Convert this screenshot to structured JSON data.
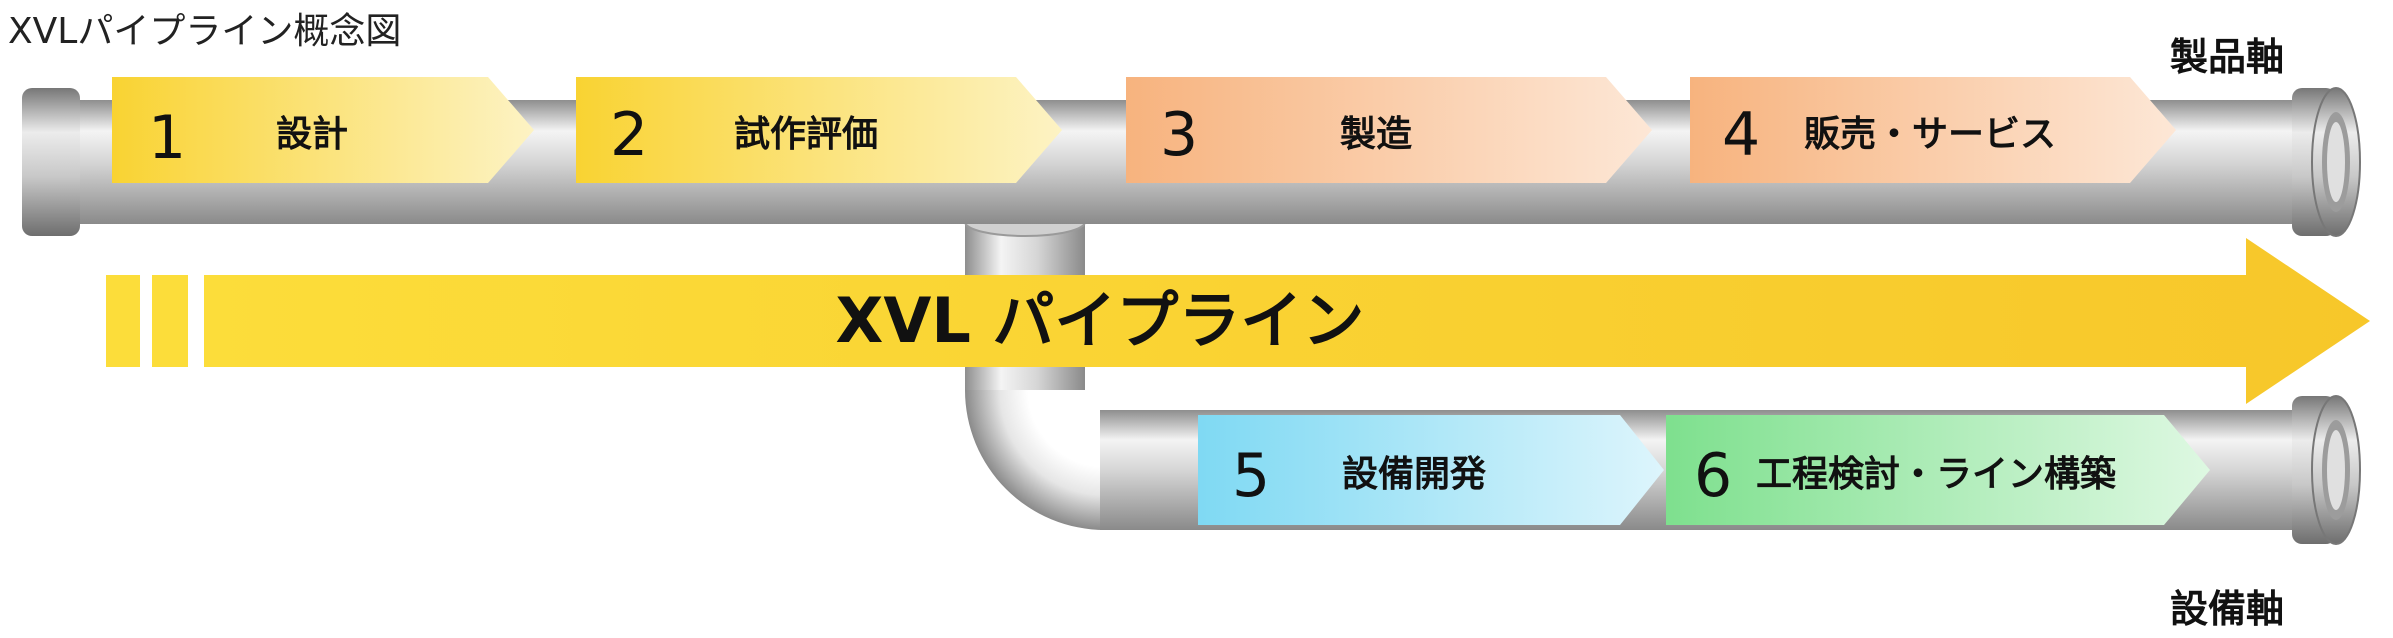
{
  "title": "XVLパイプライン概念図",
  "product_axis_label": "製品軸",
  "equipment_axis_label": "設備軸",
  "pipeline_label": "XVL パイプライン",
  "stages": [
    {
      "number": "1",
      "label": "設計"
    },
    {
      "number": "2",
      "label": "試作評価"
    },
    {
      "number": "3",
      "label": "製造"
    },
    {
      "number": "4",
      "label": "販売・サービス"
    },
    {
      "number": "5",
      "label": "設備開発"
    },
    {
      "number": "6",
      "label": "工程検討・ライン構築"
    }
  ],
  "colors": {
    "yellow": "#F9D332",
    "orange": "#F7B37E",
    "cyan": "#7FD9F3",
    "green": "#7EE08E",
    "pipe": "#B8B8B8"
  }
}
